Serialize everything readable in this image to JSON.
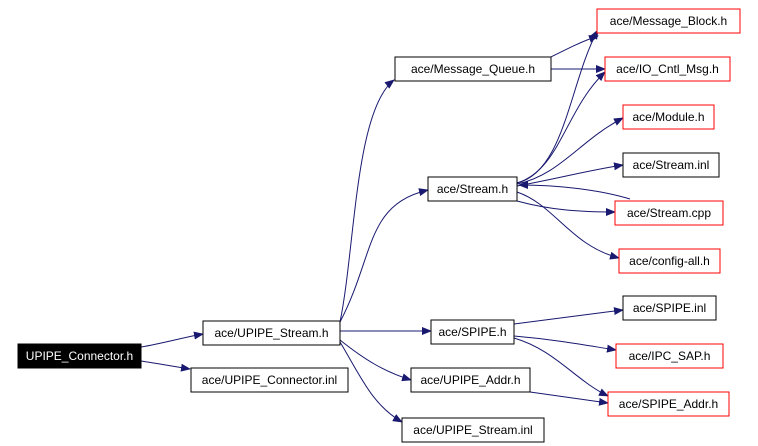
{
  "diagram": {
    "nodes": {
      "root": "UPIPE_Connector.h",
      "upipe_stream_h": "ace/UPIPE_Stream.h",
      "upipe_connector_inl": "ace/UPIPE_Connector.inl",
      "message_queue_h": "ace/Message_Queue.h",
      "stream_h": "ace/Stream.h",
      "spipe_h": "ace/SPIPE.h",
      "upipe_addr_h": "ace/UPIPE_Addr.h",
      "upipe_stream_inl": "ace/UPIPE_Stream.inl",
      "message_block_h": "ace/Message_Block.h",
      "io_cntl_msg_h": "ace/IO_Cntl_Msg.h",
      "module_h": "ace/Module.h",
      "stream_inl": "ace/Stream.inl",
      "stream_cpp": "ace/Stream.cpp",
      "config_all_h": "ace/config-all.h",
      "spipe_inl": "ace/SPIPE.inl",
      "ipc_sap_h": "ace/IPC_SAP.h",
      "spipe_addr_h": "ace/SPIPE_Addr.h"
    },
    "colors": {
      "edge": "#191970",
      "root_fill": "#000000",
      "root_text": "#ffffff",
      "node_border": "#000000",
      "missing_border": "#ff0000"
    }
  }
}
